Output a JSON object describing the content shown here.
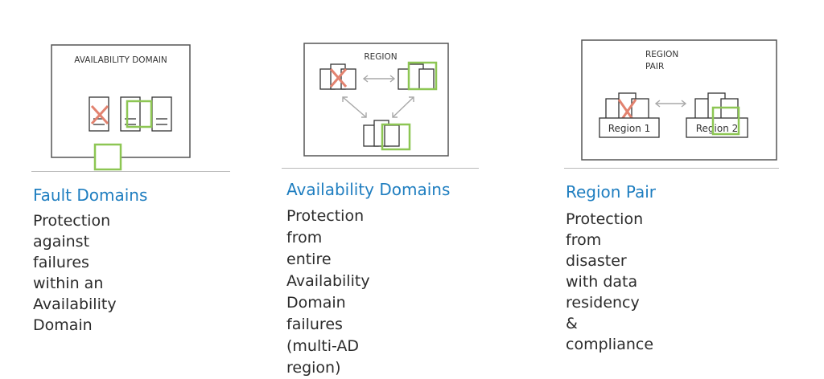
{
  "colors": {
    "heading": "#1f7ec0",
    "text": "#2b2b2b",
    "frame": "#555555",
    "green_highlight": "#8dc653",
    "red_cross": "#e2826f",
    "arrow": "#a8a8a8",
    "rule": "#b9b9b9"
  },
  "panels": [
    {
      "diagram_label": "AVAILABILITY DOMAIN",
      "heading": "Fault Domains",
      "description": [
        "Protection against",
        "failures within an",
        "Availability Domain"
      ]
    },
    {
      "diagram_label": "REGION",
      "heading": "Availability Domains",
      "description": [
        "Protection from entire",
        "Availability Domain",
        "failures (multi-AD",
        "region)"
      ]
    },
    {
      "diagram_label_line1": "REGION",
      "diagram_label_line2": "PAIR",
      "region_1_label": "Region 1",
      "region_2_label": "Region 2",
      "heading": "Region Pair",
      "description": [
        "Protection from disaster",
        "with data residency &",
        "compliance"
      ]
    }
  ]
}
